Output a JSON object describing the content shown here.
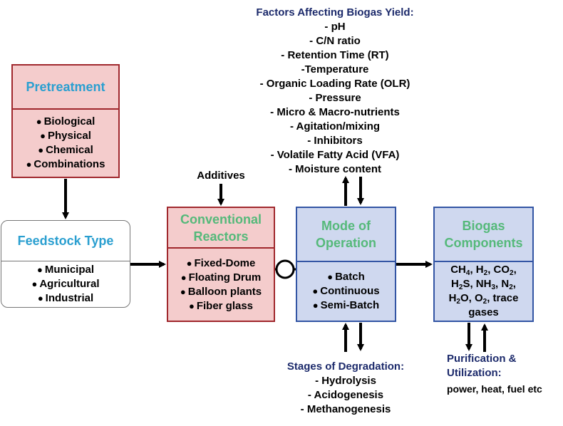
{
  "factors": {
    "title": "Factors Affecting Biogas Yield:",
    "items": [
      "- pH",
      "- C/N ratio",
      "- Retention Time (RT)",
      "-Temperature",
      "- Organic Loading Rate (OLR)",
      "- Pressure",
      "- Micro & Macro-nutrients",
      "- Agitation/mixing",
      "- Inhibitors",
      "- Volatile Fatty Acid (VFA)",
      "- Moisture content"
    ]
  },
  "pretreatment": {
    "title": "Pretreatment",
    "items": [
      "Biological",
      "Physical",
      "Chemical",
      "Combinations"
    ]
  },
  "feedstock": {
    "title": "Feedstock Type",
    "items": [
      "Municipal",
      "Agricultural",
      "Industrial"
    ]
  },
  "additives": {
    "label": "Additives"
  },
  "reactors": {
    "title_line1": "Conventional",
    "title_line2": "Reactors",
    "items": [
      "Fixed-Dome",
      "Floating Drum",
      "Balloon plants",
      "Fiber glass"
    ]
  },
  "operation": {
    "title_line1": "Mode of",
    "title_line2": "Operation",
    "items": [
      "Batch",
      "Continuous",
      "Semi-Batch"
    ]
  },
  "components": {
    "title_line1": "Biogas",
    "title_line2": "Components",
    "line1": {
      "a": "CH",
      "a_sub": "4",
      "b": ", H",
      "b_sub": "2",
      "c": ", CO",
      "c_sub": "2",
      "d": ","
    },
    "line2": {
      "a": "H",
      "a_sub": "2",
      "b": "S, NH",
      "b_sub": "3",
      "c": ", N",
      "c_sub": "2",
      "d": ","
    },
    "line3": {
      "a": "H",
      "a_sub": "2",
      "b": "O, O",
      "b_sub": "2",
      "c": ", trace"
    },
    "line4": "gases"
  },
  "stages": {
    "title": "Stages of Degradation:",
    "items": [
      "- Hydrolysis",
      "- Acidogenesis",
      "- Methanogenesis"
    ]
  },
  "purification": {
    "title_line1": "Purification &",
    "title_line2": "Utilization:",
    "uses": "power, heat, fuel etc"
  },
  "colors": {
    "pink_fill": "#f4cccc",
    "pink_border": "#a0282d",
    "blue_fill": "#cfd8ef",
    "blue_border": "#3355a4",
    "title_cyan": "#2a9fd0",
    "title_green": "#55b97a",
    "label_navy": "#1c2a6b"
  }
}
